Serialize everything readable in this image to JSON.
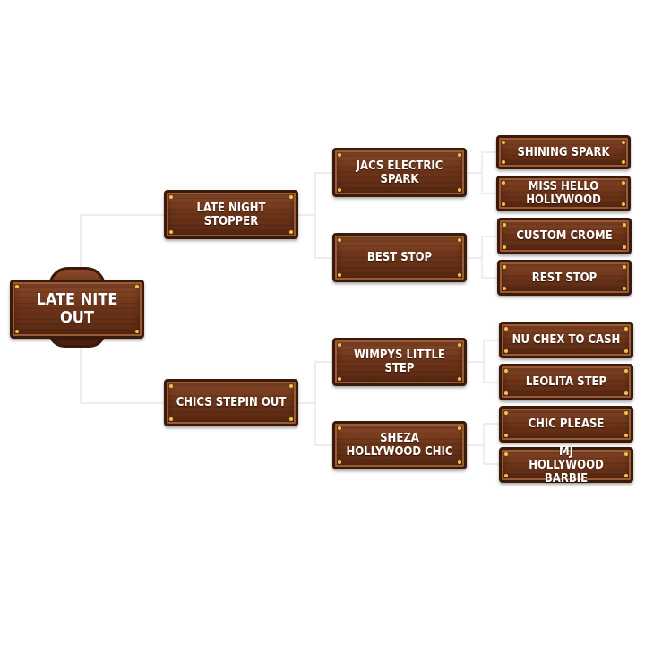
{
  "root": "LATE NITE OUT",
  "level1": [
    "LATE NIGHT STOPPER",
    "CHICS STEPIN OUT"
  ],
  "level2": [
    "JACS ELECTRIC SPARK",
    "BEST STOP",
    "WIMPYS LITTLE STEP",
    "SHEZA\nHOLLYWOOD CHIC"
  ],
  "level3": [
    "SHINING SPARK",
    "MISS HELLO\nHOLLYWOOD",
    "CUSTOM CROME",
    "REST STOP",
    "NU CHEX TO CASH",
    "LEOLITA STEP",
    "CHIC PLEASE",
    "MJ\nHOLLYWOOD BARBIE"
  ]
}
